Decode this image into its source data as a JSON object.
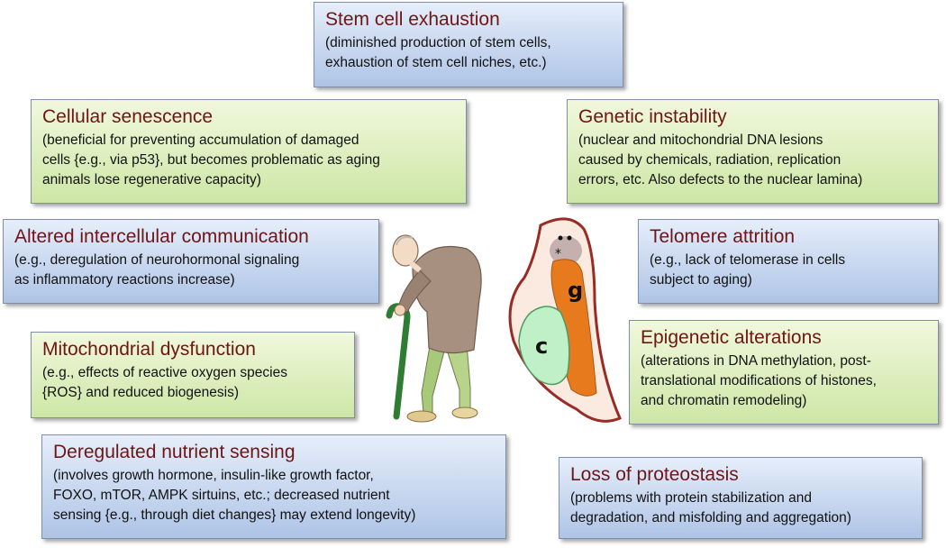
{
  "hallmarks": {
    "stem_cell_exhaustion": {
      "title": "Stem cell exhaustion",
      "lines": [
        "(diminished production of stem cells,",
        "exhaustion of stem cell niches, etc.)"
      ]
    },
    "cellular_senescence": {
      "title": "Cellular senescence",
      "lines": [
        "(beneficial for preventing accumulation of damaged",
        "cells {e.g., via p53}, but becomes problematic as aging",
        "animals lose regenerative capacity)"
      ]
    },
    "genetic_instability": {
      "title": "Genetic instability",
      "lines": [
        "(nuclear and mitochondrial DNA lesions",
        "caused by chemicals, radiation, replication",
        "errors, etc. Also defects to the nuclear lamina)"
      ]
    },
    "altered_communication": {
      "title": "Altered intercellular communication",
      "lines": [
        "(e.g., deregulation of neurohormonal signaling",
        "as inflammatory reactions increase)"
      ]
    },
    "telomere_attrition": {
      "title": "Telomere attrition",
      "lines": [
        "(e.g., lack of telomerase in cells",
        "subject to aging)"
      ]
    },
    "mitochondrial_dysfunction": {
      "title": "Mitochondrial dysfunction",
      "lines": [
        "(e.g., effects of reactive oxygen species",
        "{ROS} and reduced biogenesis)"
      ]
    },
    "epigenetic_alterations": {
      "title": "Epigenetic alterations",
      "lines": [
        "(alterations in DNA methylation, post-",
        "translational modifications of histones,",
        "and chromatin remodeling)"
      ]
    },
    "nutrient_sensing": {
      "title": "Deregulated nutrient sensing",
      "lines": [
        "(involves growth hormone, insulin-like growth factor,",
        "FOXO, mTOR, AMPK sirtuins, etc.; decreased nutrient",
        "sensing {e.g., through diet changes} may extend longevity)"
      ]
    },
    "proteostasis": {
      "title": "Loss of proteostasis",
      "lines": [
        "(problems with protein stabilization and",
        "degradation, and misfolding and aggregation)"
      ]
    }
  },
  "worm": {
    "label_g": "g",
    "label_c": "c",
    "star": "*"
  },
  "colors": {
    "title": "#6e1616",
    "blue_box": "#aec4e6",
    "green_box": "#cde6a5",
    "worm_gonad": "#e87a1e",
    "worm_gut": "#bff0c8",
    "worm_body": "#fbeae0"
  }
}
